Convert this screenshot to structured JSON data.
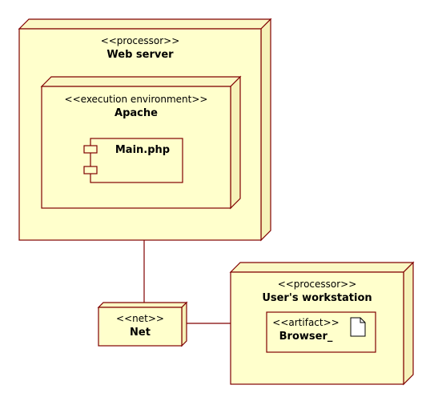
{
  "nodes": {
    "web_server": {
      "stereotype": "<<processor>>",
      "name": "Web server"
    },
    "apache": {
      "stereotype": "<<execution environment>>",
      "name": "Apache"
    },
    "main_php": {
      "name": "Main.php"
    },
    "net": {
      "stereotype": "<<net>>",
      "name": "Net"
    },
    "workstation": {
      "stereotype": "<<processor>>",
      "name": "User's workstation"
    },
    "browser": {
      "stereotype": "<<artifact>>",
      "name": "Browser_"
    }
  },
  "colors": {
    "fill": "#ffffcc",
    "stroke": "#800000"
  },
  "icons": {
    "component": "component-icon",
    "artifact": "artifact-document-icon"
  }
}
